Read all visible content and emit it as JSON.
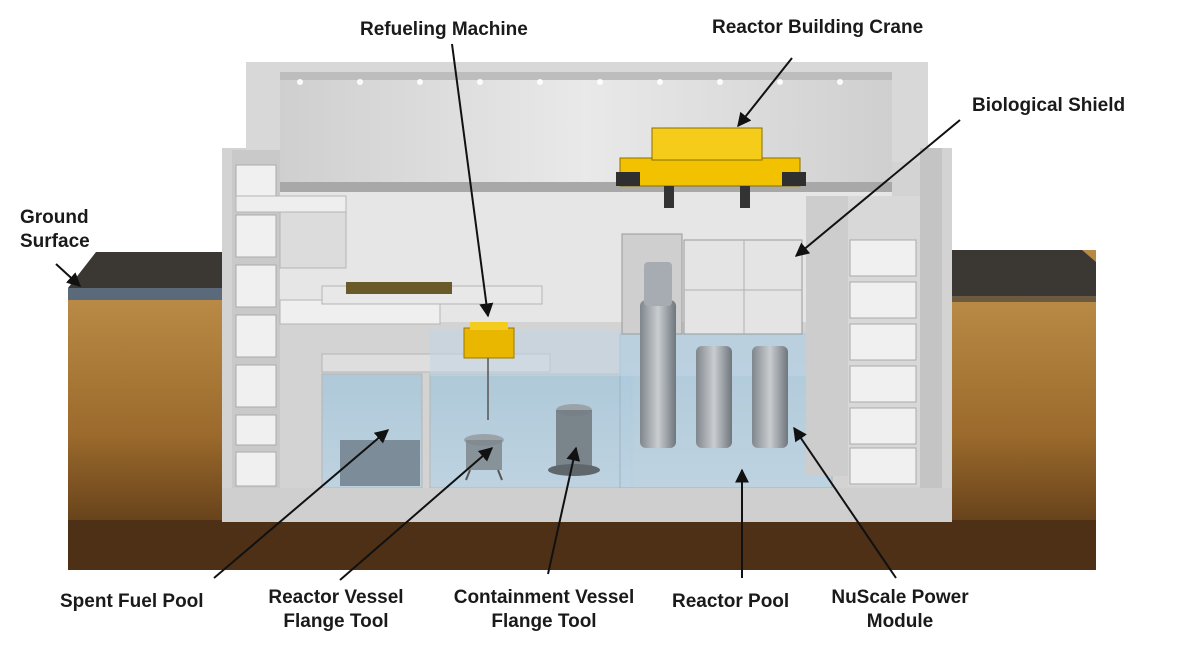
{
  "labels": {
    "refueling_machine": "Refueling Machine",
    "reactor_building_crane": "Reactor Building Crane",
    "biological_shield": "Biological Shield",
    "ground_surface_line1": "Ground",
    "ground_surface_line2": "Surface",
    "spent_fuel_pool": "Spent Fuel Pool",
    "reactor_vessel_flange_tool_line1": "Reactor Vessel",
    "reactor_vessel_flange_tool_line2": "Flange Tool",
    "containment_vessel_flange_tool_line1": "Containment Vessel",
    "containment_vessel_flange_tool_line2": "Flange Tool",
    "reactor_pool": "Reactor Pool",
    "nuscale_power_module_line1": "NuScale Power",
    "nuscale_power_module_line2": "Module"
  },
  "colors": {
    "soil": "#a9742f",
    "soil_dark": "#5a3618",
    "ground_top": "#3a3733",
    "concrete": "#dcdcdc",
    "concrete_dark": "#b9b9b9",
    "water": "#9fbfd4",
    "crane": "#f2c200",
    "arrow": "#111111"
  }
}
